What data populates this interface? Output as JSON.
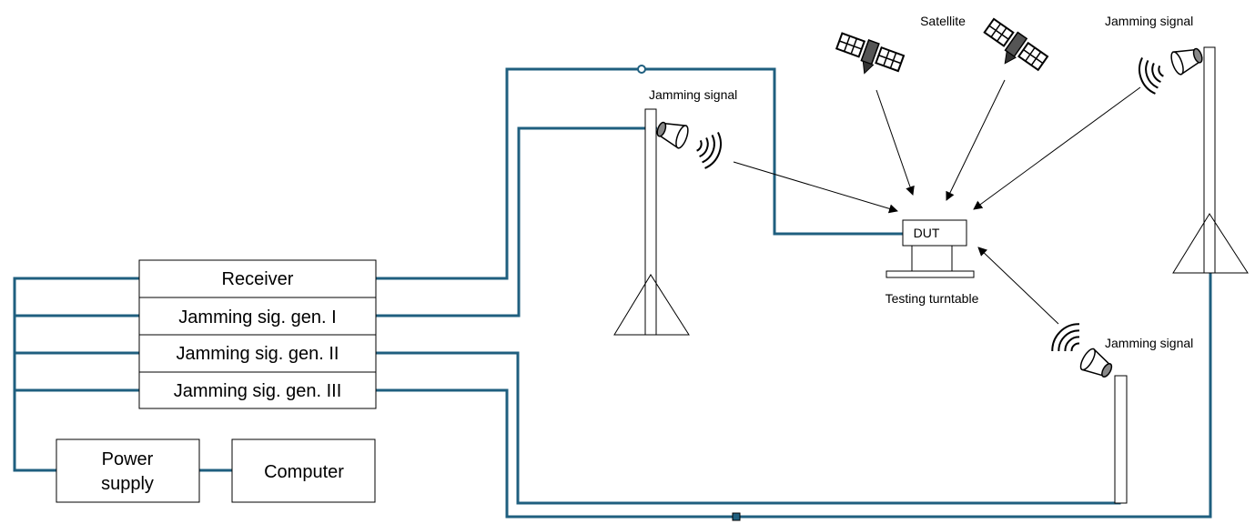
{
  "blocks": {
    "receiver": "Receiver",
    "gen1": "Jamming sig. gen. I",
    "gen2": "Jamming sig. gen. II",
    "gen3": "Jamming sig. gen. III",
    "power_line1": "Power",
    "power_line2": "supply",
    "computer": "Computer"
  },
  "labels": {
    "satellite": "Satellite",
    "jamming_left": "Jamming signal",
    "jamming_right_top": "Jamming signal",
    "jamming_right_bottom": "Jamming signal",
    "dut": "DUT",
    "turntable": "Testing turntable"
  },
  "colors": {
    "cable": "#1f5f7f"
  },
  "icons": [
    "satellite-icon",
    "horn-antenna-icon",
    "signal-waves-icon",
    "mast-icon",
    "turntable-icon"
  ]
}
